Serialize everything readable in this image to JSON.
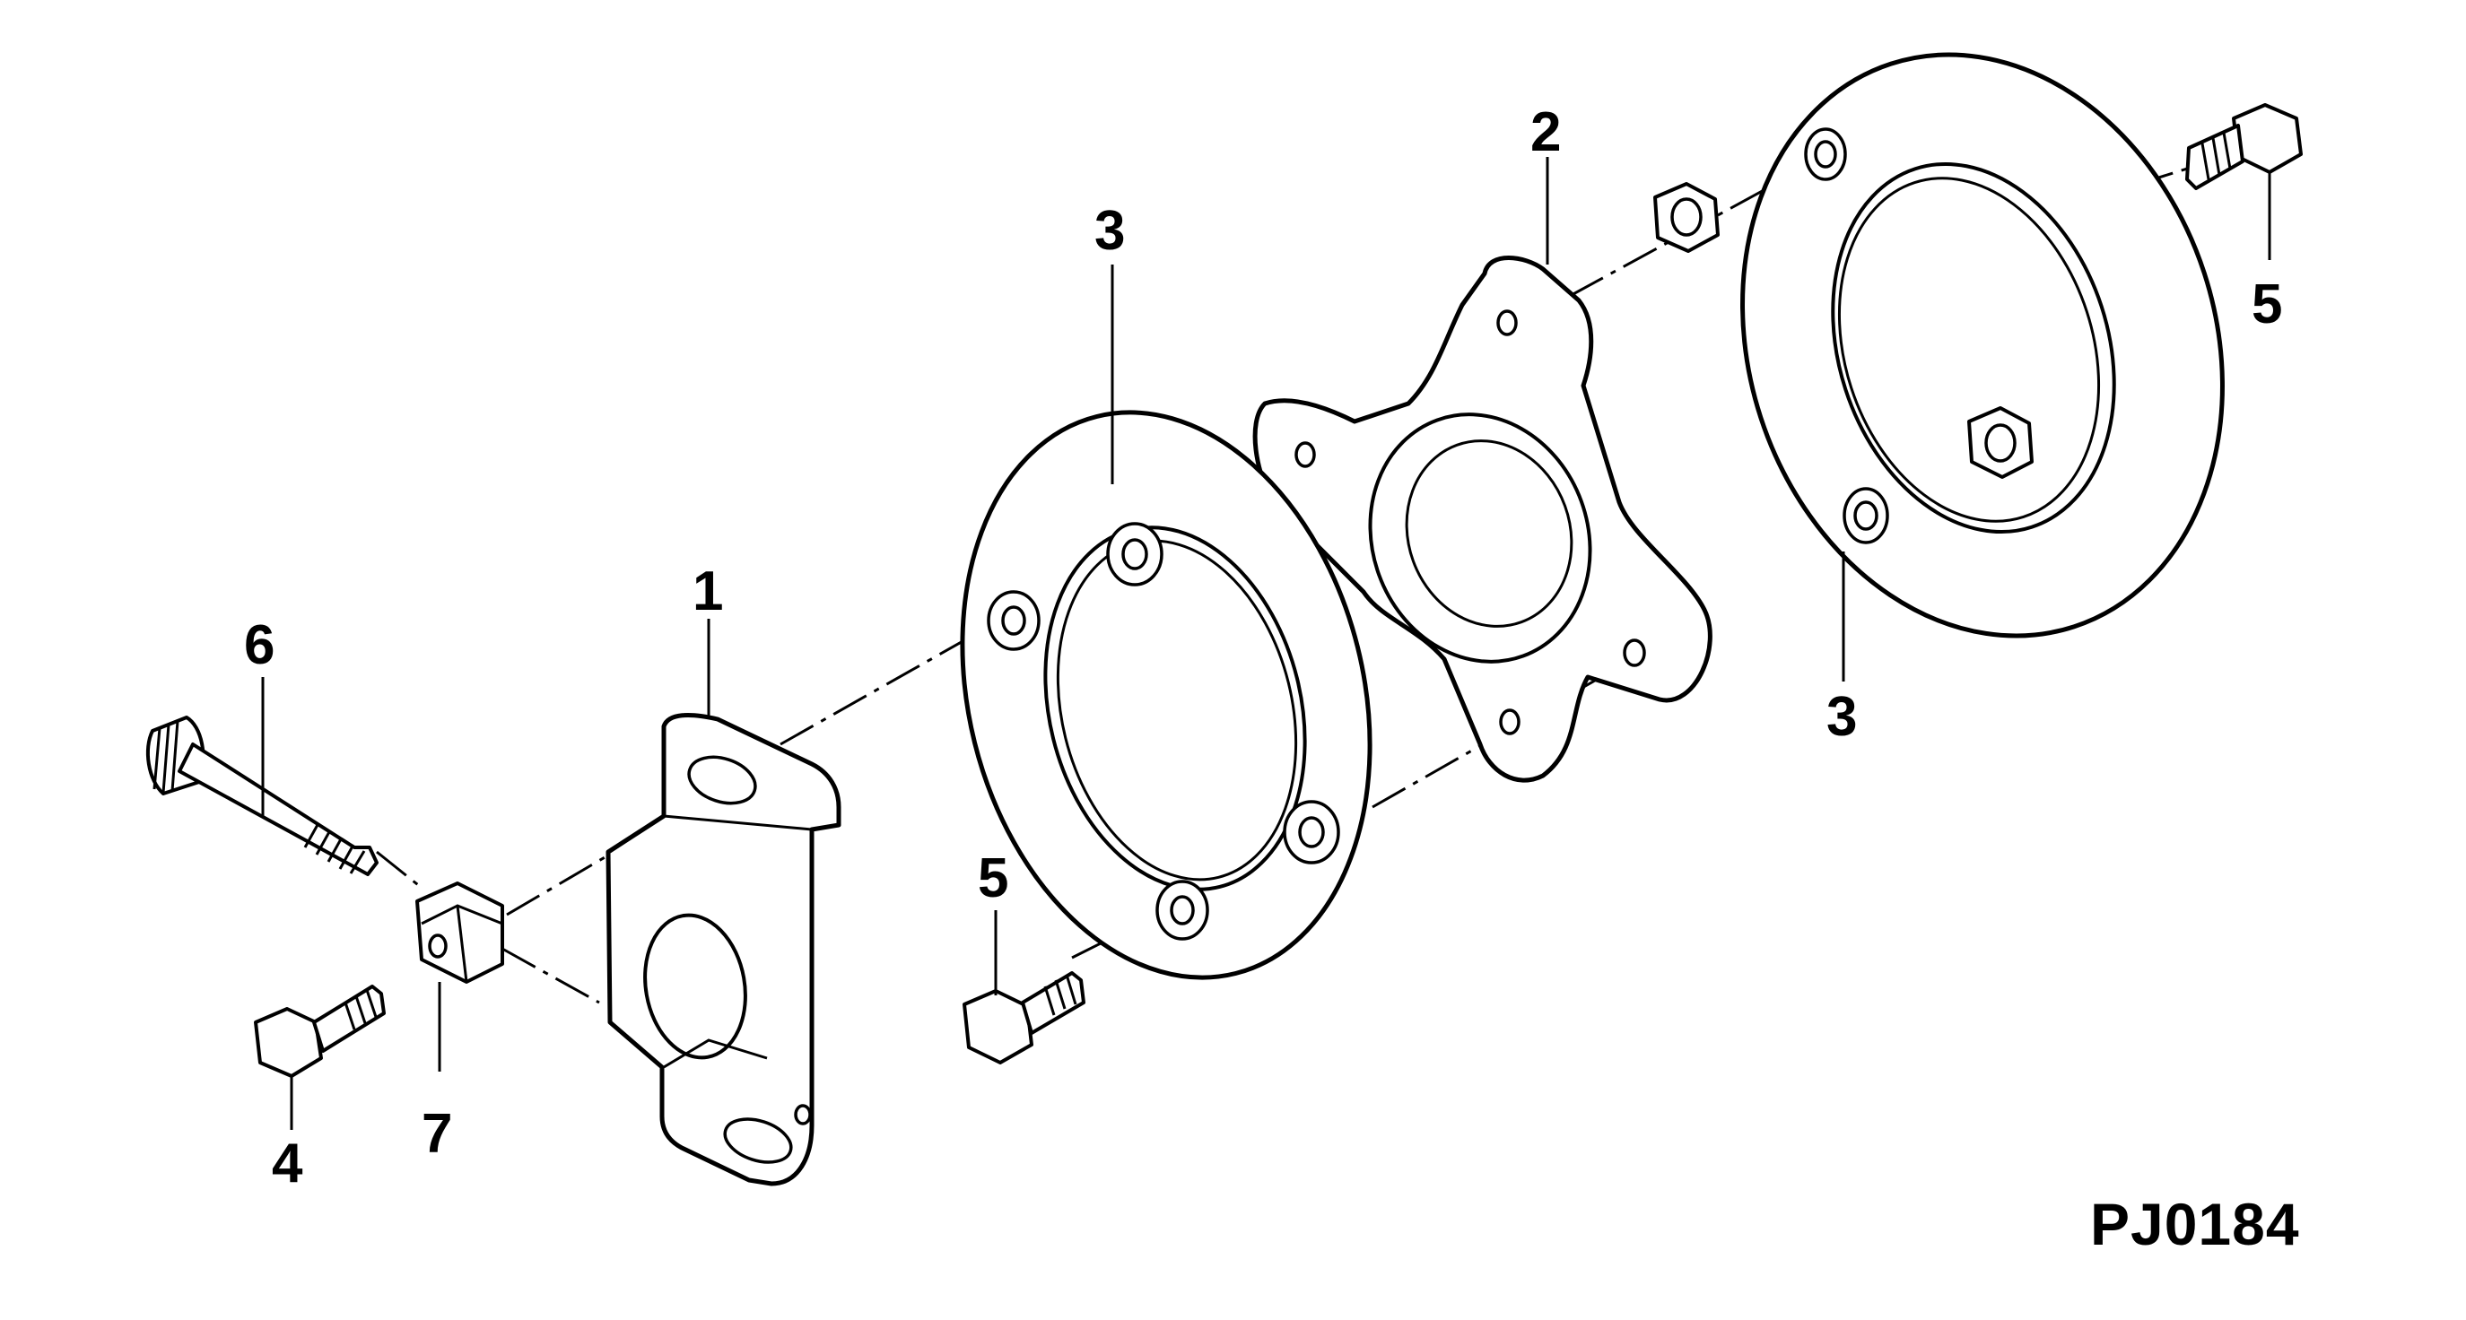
{
  "figure_id": "PJ0184",
  "callouts": {
    "c1": "1",
    "c2": "2",
    "c3a": "3",
    "c3b": "3",
    "c4": "4",
    "c5a": "5",
    "c5b": "5",
    "c6": "6",
    "c7": "7"
  }
}
